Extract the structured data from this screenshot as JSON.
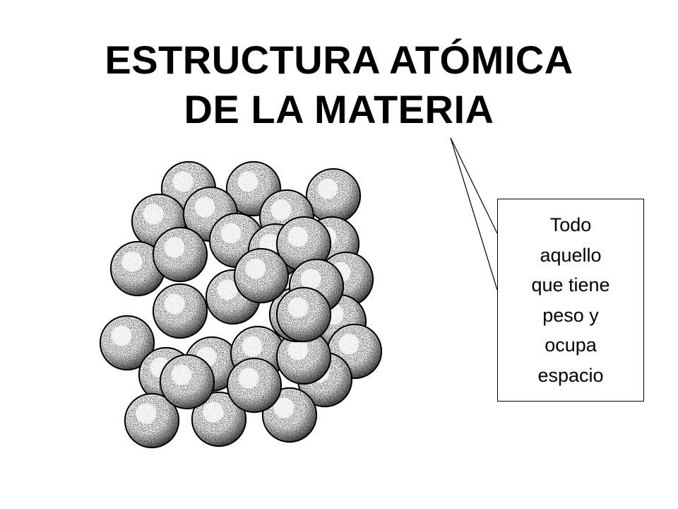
{
  "slide": {
    "title_lines": [
      "ESTRUCTURA ATÓMICA",
      "DE LA MATERIA"
    ]
  },
  "callout": {
    "lines": [
      "Todo",
      "aquello",
      "que tiene",
      "peso y",
      "ocupa",
      "espacio"
    ]
  },
  "diagram": {
    "subject": "packed spheres (atoms)",
    "colors": {
      "outline": "#000000",
      "fill": "#ffffff",
      "stipple": "#111111"
    }
  }
}
